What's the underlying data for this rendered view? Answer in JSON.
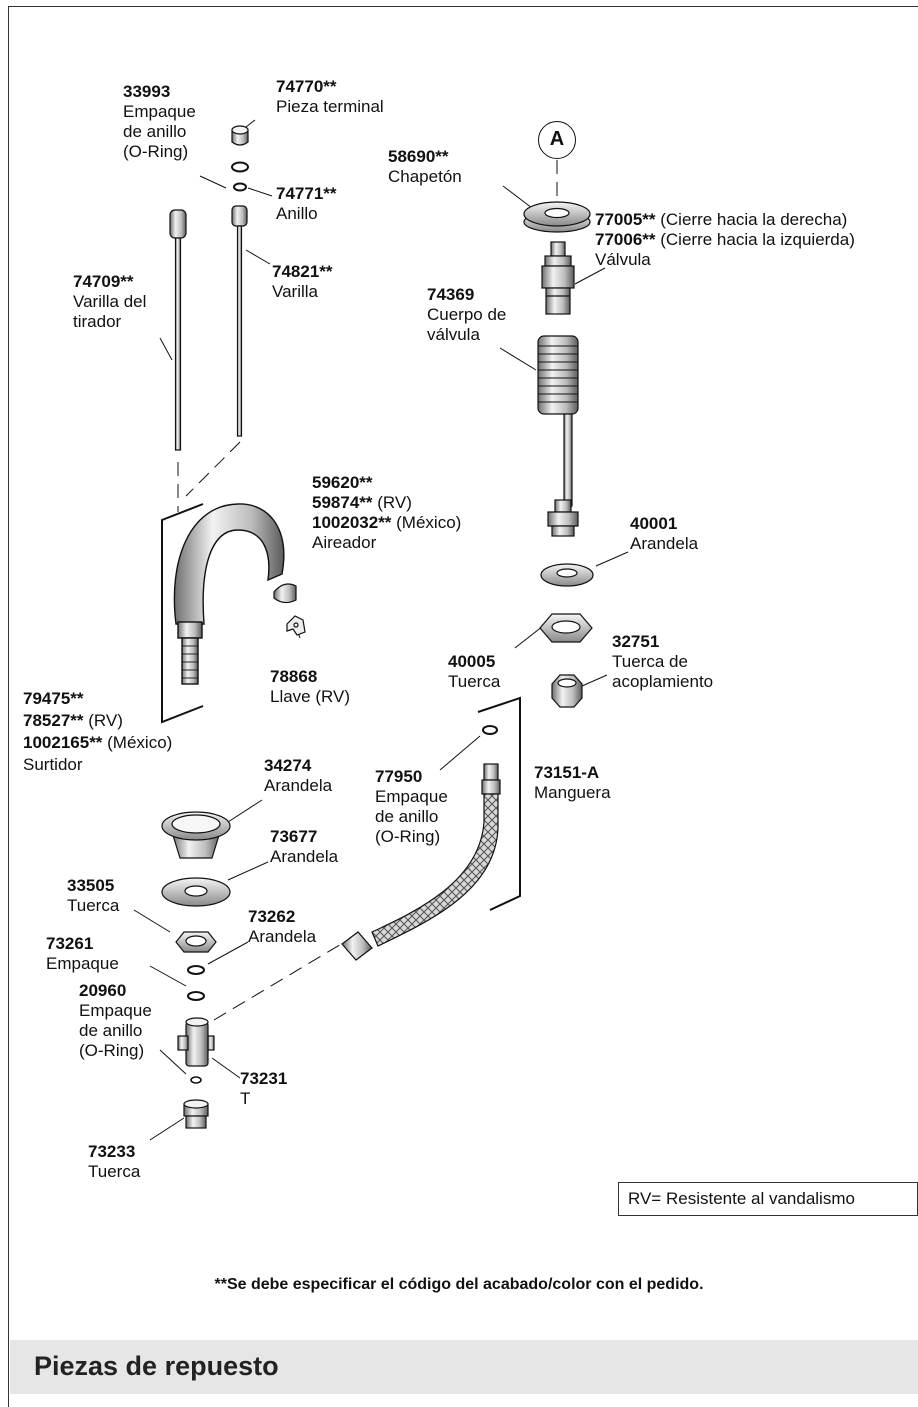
{
  "parts": {
    "p33993": {
      "code": "33993",
      "lines": [
        "Empaque",
        "de anillo",
        "(O-Ring)"
      ]
    },
    "p74770": {
      "code": "74770",
      "mark": "**",
      "lines": [
        "Pieza terminal"
      ]
    },
    "p74771": {
      "code": "74771",
      "mark": "**",
      "lines": [
        "Anillo"
      ]
    },
    "p74709": {
      "code": "74709",
      "mark": "**",
      "lines": [
        "Varilla del",
        "tirador"
      ]
    },
    "p74821": {
      "code": "74821",
      "mark": "**",
      "lines": [
        "Varilla"
      ]
    },
    "p58690": {
      "code": "58690",
      "mark": "**",
      "lines": [
        "Chapetón"
      ]
    },
    "p77005": {
      "code": "77005",
      "mark": "**",
      "note": " (Cierre hacia la derecha)"
    },
    "p77006": {
      "code": "77006",
      "mark": "**",
      "note": " (Cierre hacia la izquierda)",
      "lines": [
        "Válvula"
      ]
    },
    "p74369": {
      "code": "74369",
      "lines": [
        "Cuerpo de",
        "válvula"
      ]
    },
    "p59620": {
      "code": "59620",
      "mark": "**"
    },
    "p59874": {
      "code": "59874",
      "mark": "**",
      "note": " (RV)"
    },
    "p1002032": {
      "code": "1002032",
      "mark": "**",
      "note": " (México)",
      "lines": [
        "Aireador"
      ]
    },
    "p40001": {
      "code": "40001",
      "lines": [
        "Arandela"
      ]
    },
    "p78868": {
      "code": "78868",
      "lines": [
        "Llave (RV)"
      ]
    },
    "p40005": {
      "code": "40005",
      "lines": [
        "Tuerca"
      ]
    },
    "p32751": {
      "code": "32751",
      "lines": [
        "Tuerca de",
        "acoplamiento"
      ]
    },
    "p79475": {
      "code": "79475",
      "mark": "**"
    },
    "p78527": {
      "code": "78527",
      "mark": "**",
      "note": " (RV)"
    },
    "p1002165": {
      "code": "1002165",
      "mark": "**",
      "note": " (México)",
      "lines": [
        "Surtidor"
      ]
    },
    "p34274": {
      "code": "34274",
      "lines": [
        "Arandela"
      ]
    },
    "p77950": {
      "code": "77950",
      "lines": [
        "Empaque",
        "de anillo",
        "(O-Ring)"
      ]
    },
    "p73151": {
      "code": "73151-A",
      "lines": [
        "Manguera"
      ]
    },
    "p73677": {
      "code": "73677",
      "lines": [
        "Arandela"
      ]
    },
    "p33505": {
      "code": "33505",
      "lines": [
        "Tuerca"
      ]
    },
    "p73262": {
      "code": "73262",
      "lines": [
        "Arandela"
      ]
    },
    "p73261": {
      "code": "73261",
      "lines": [
        "Empaque"
      ]
    },
    "p20960": {
      "code": "20960",
      "lines": [
        "Empaque",
        "de anillo",
        "(O-Ring)"
      ]
    },
    "p73231": {
      "code": "73231",
      "lines": [
        "T"
      ]
    },
    "p73233": {
      "code": "73233",
      "lines": [
        "Tuerca"
      ]
    }
  },
  "callout": "A",
  "rv_legend": "RV= Resistente al vandalismo",
  "footnote": "**Se debe especificar el código del acabado/color con el pedido.",
  "section_title": "Piezas de repuesto"
}
